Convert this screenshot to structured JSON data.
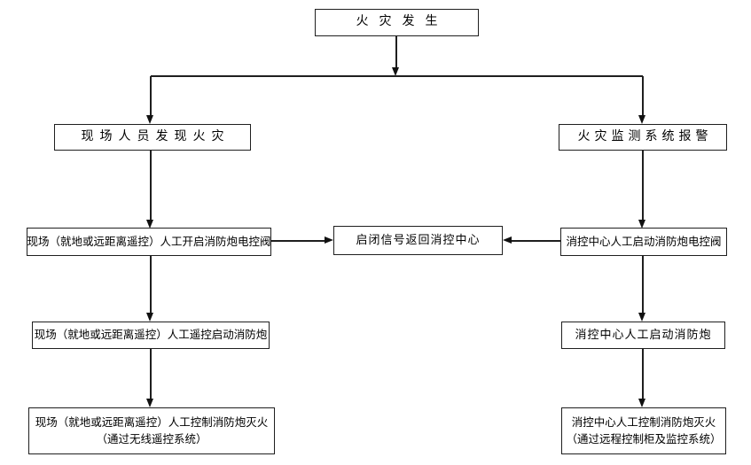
{
  "diagram": {
    "type": "flowchart",
    "language": "zh-CN",
    "colors": {
      "background": "#ffffff",
      "line": "#1f1f1f",
      "text": "#000000"
    },
    "nodes": {
      "fire_occurs": {
        "label": "火灾发生"
      },
      "site_discover": {
        "label": "现场人员发现火灾"
      },
      "monitor_alarm": {
        "label": "火灾监测系统报警"
      },
      "site_open_valve": {
        "label": "现场（就地或远距离遥控）人工开启消防炮电控阀"
      },
      "signal_return": {
        "label": "启闭信号返回消控中心"
      },
      "center_open_valve": {
        "label": "消控中心人工启动消防炮电控阀"
      },
      "site_remote_start": {
        "label": "现场（就地或远距离遥控）人工遥控启动消防炮"
      },
      "center_start": {
        "label": "消控中心人工启动消防炮"
      },
      "site_control_fire": {
        "label": "现场（就地或远距离遥控）人工控制消防炮灭火",
        "sub": "（通过无线遥控系统）"
      },
      "center_control_fire": {
        "label": "消控中心人工控制消防炮灭火",
        "sub": "（通过远程控制柜及监控系统）"
      }
    },
    "edges": [
      {
        "from": "fire_occurs",
        "to": "site_discover"
      },
      {
        "from": "fire_occurs",
        "to": "monitor_alarm"
      },
      {
        "from": "site_discover",
        "to": "site_open_valve"
      },
      {
        "from": "monitor_alarm",
        "to": "center_open_valve"
      },
      {
        "from": "site_open_valve",
        "to": "signal_return"
      },
      {
        "from": "center_open_valve",
        "to": "signal_return"
      },
      {
        "from": "site_open_valve",
        "to": "site_remote_start"
      },
      {
        "from": "center_open_valve",
        "to": "center_start"
      },
      {
        "from": "site_remote_start",
        "to": "site_control_fire"
      },
      {
        "from": "center_start",
        "to": "center_control_fire"
      }
    ]
  }
}
